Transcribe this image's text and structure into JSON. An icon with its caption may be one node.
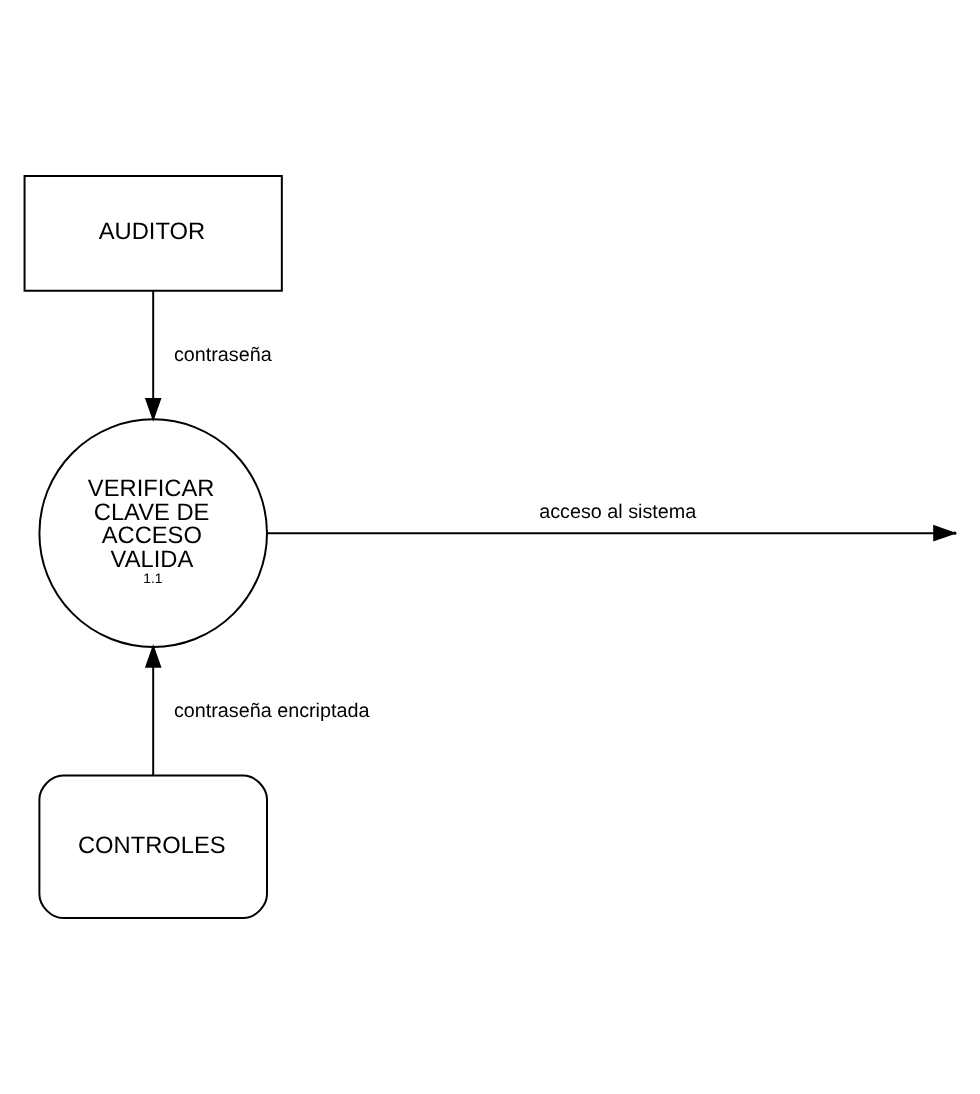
{
  "diagram": {
    "nodes": [
      {
        "text": [
          "AUDITOR"
        ]
      },
      {
        "text": [
          "VERIFICAR CLAVE DE ACCESO VALIDA",
          "1.1"
        ]
      },
      {
        "text": [
          "CONTROLES"
        ]
      }
    ],
    "edges": [
      {
        "from": 0,
        "to": 1,
        "arrow": "to",
        "label": "contraseña"
      },
      {
        "from": 1,
        "to": null,
        "arrow": "to",
        "label": "acceso al sistema"
      },
      {
        "from": 2,
        "to": 1,
        "arrow": "to",
        "label": "contraseña encriptada"
      }
    ]
  }
}
